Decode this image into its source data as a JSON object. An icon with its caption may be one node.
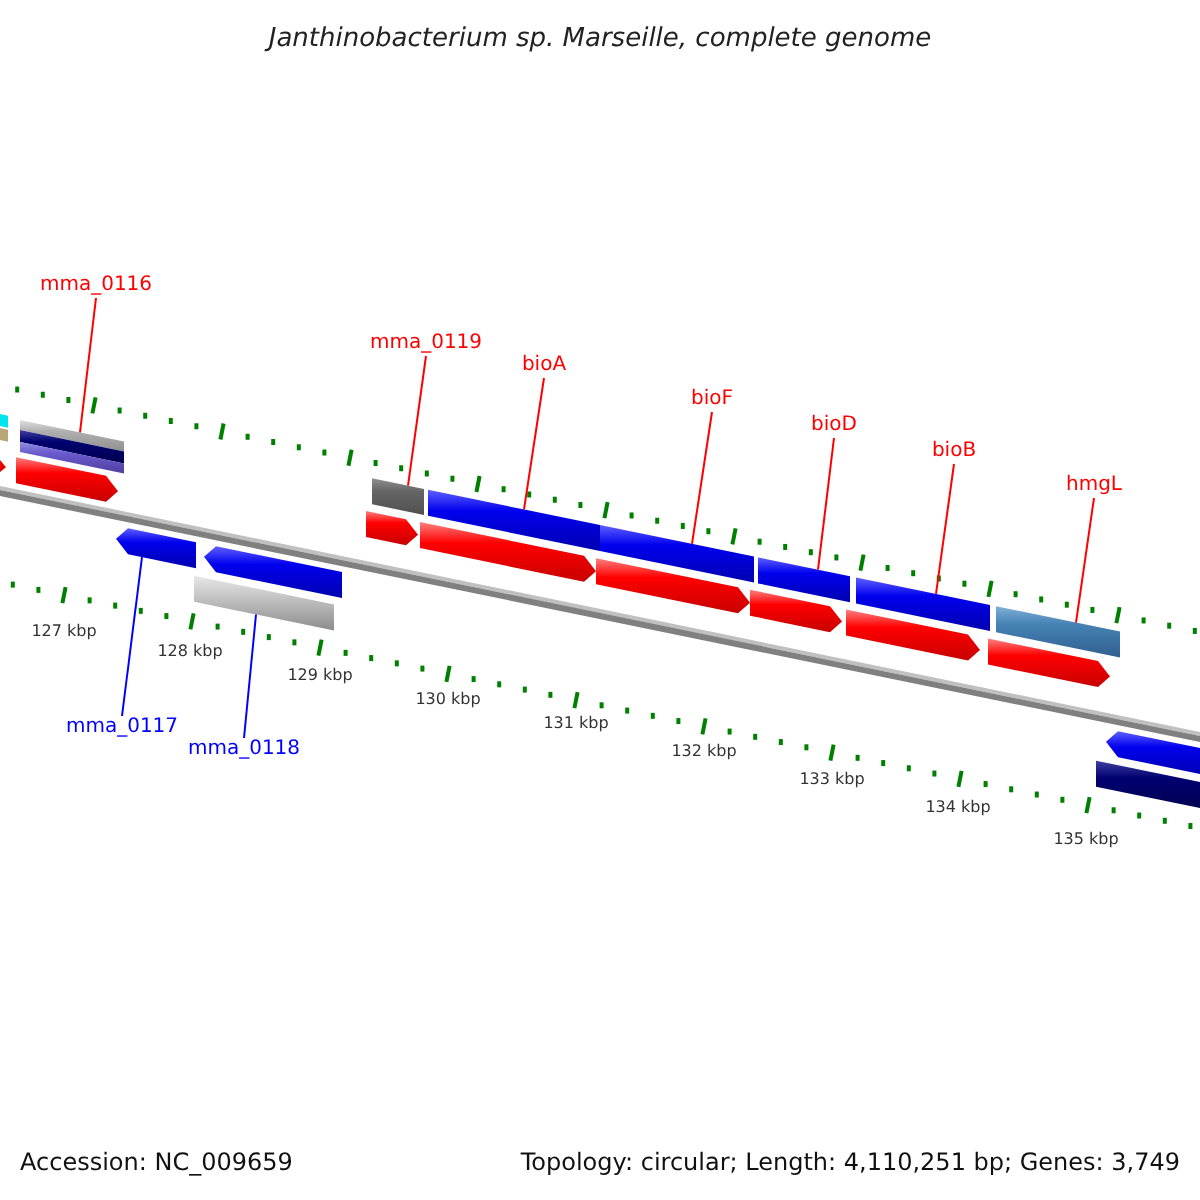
{
  "diagram": {
    "title": "Janthinobacterium sp. Marseille, complete genome",
    "nodes": [
      {
        "text": [
          "mma_0116"
        ]
      },
      {
        "text": [
          "mma_0119"
        ]
      },
      {
        "text": [
          "bioA"
        ]
      },
      {
        "text": [
          "bioF"
        ]
      },
      {
        "text": [
          "bioD"
        ]
      },
      {
        "text": [
          "bioB"
        ]
      },
      {
        "text": [
          "hmgL"
        ]
      },
      {
        "text": [
          "mma_0117"
        ]
      },
      {
        "text": [
          "mma_0118"
        ]
      },
      {
        "text": [],
        "shape": "bar"
      },
      {
        "text": [],
        "shape": "bar"
      },
      {
        "text": [],
        "shape": "bar"
      },
      {
        "text": [],
        "shape": "bar"
      },
      {
        "text": [],
        "shape": "bar"
      },
      {
        "text": [],
        "shape": "bar"
      },
      {
        "text": [],
        "shape": "bar"
      },
      {
        "text": [],
        "shape": "bar"
      },
      {
        "text": [],
        "shape": "bar"
      },
      {
        "text": [],
        "shape": "bar"
      },
      {
        "text": [],
        "shape": "bar"
      },
      {
        "text": [],
        "shape": "bar"
      },
      {
        "text": [],
        "shape": "bar"
      },
      {
        "text": [],
        "shape": "bar"
      },
      {
        "text": [],
        "shape": "bar"
      },
      {
        "text": [],
        "shape": "bar"
      },
      {
        "text": [],
        "shape": "bar"
      },
      {
        "text": [],
        "shape": "bar"
      },
      {
        "text": [],
        "shape": "bar"
      },
      {
        "text": [],
        "shape": "bar"
      },
      {
        "text": [],
        "shape": "bar"
      },
      {
        "text": [],
        "shape": "bar"
      }
    ],
    "edges": [
      {
        "from": 0,
        "to": 9,
        "arrow": "none"
      },
      {
        "from": 1,
        "to": 10,
        "arrow": "none"
      },
      {
        "from": 2,
        "to": 11,
        "arrow": "none"
      },
      {
        "from": 3,
        "to": 12,
        "arrow": "none"
      },
      {
        "from": 4,
        "to": 13,
        "arrow": "none"
      },
      {
        "from": 5,
        "to": 14,
        "arrow": "none"
      },
      {
        "from": 6,
        "to": 15,
        "arrow": "none"
      },
      {
        "from": 7,
        "to": 16,
        "arrow": "none",
        "color": "#0000ff"
      },
      {
        "from": 8,
        "to": 17,
        "arrow": "none",
        "color": "#0000ff"
      }
    ],
    "labels": [
      "127 kbp",
      "128 kbp",
      "129 kbp",
      "130 kbp",
      "131 kbp",
      "132 kbp",
      "133 kbp",
      "134 kbp",
      "135 kbp",
      "Accession: NC_009659",
      "Topology: circular; Length: 4,110,251 bp; Genes: 3,749"
    ]
  }
}
